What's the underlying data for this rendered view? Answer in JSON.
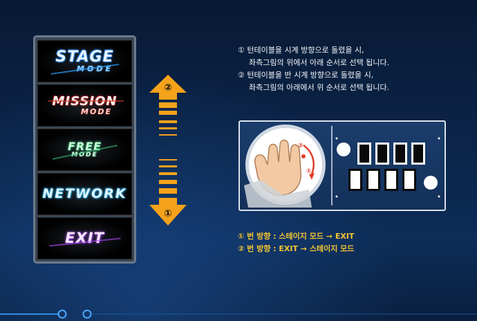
{
  "menu": {
    "items": [
      {
        "id": "stage",
        "main": "STAGE",
        "sub": "MODE"
      },
      {
        "id": "mission",
        "main": "MISSION",
        "sub": "MODE"
      },
      {
        "id": "free",
        "main": "FREE",
        "sub": "MODE"
      },
      {
        "id": "network",
        "main": "NETWORK",
        "sub": ""
      },
      {
        "id": "exit",
        "main": "EXIT",
        "sub": ""
      }
    ]
  },
  "arrow": {
    "top_label": "②",
    "bottom_label": "①",
    "color": "#f5a21b"
  },
  "instructions": {
    "line1": "① 턴테이블을 시계 방향으로 돌렸을 시,",
    "line2": "좌측그림의 위에서 아래 순서로 선택 됩니다.",
    "line3": "② 턴테이블을 반 시계 방향으로 돌렸을 시,",
    "line4": "좌측그림의 아래에서 위 순서로 선택 됩니다."
  },
  "controller": {
    "dial_label_1": "①",
    "dial_label_2": "②",
    "rotation_arrow_color": "#e0402a"
  },
  "legend": {
    "line1": "① 번 방향 : 스테이지 모드 → EXIT",
    "line2": "② 번 방향 : EXIT → 스테이지 모드"
  },
  "colors": {
    "accent_orange": "#f5a21b",
    "legend_yellow": "#f6c531",
    "bottom_line": "#2f8fe0"
  }
}
